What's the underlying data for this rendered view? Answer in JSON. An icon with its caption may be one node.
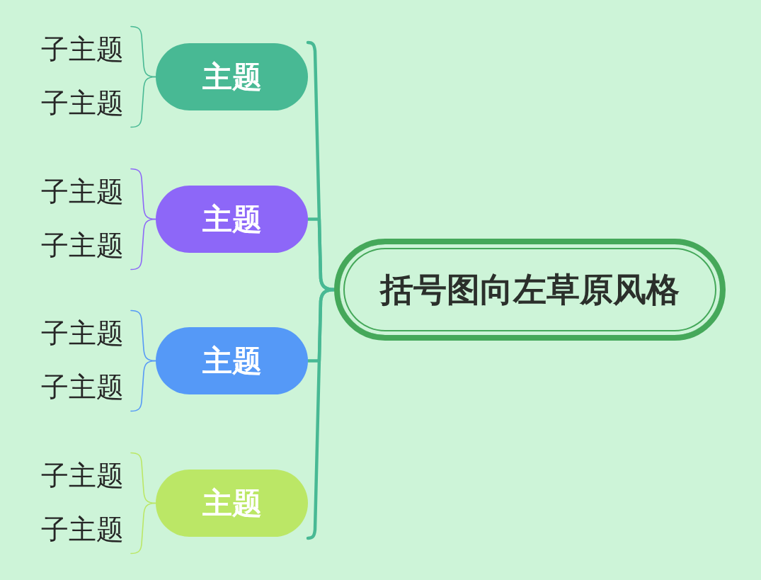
{
  "diagram": {
    "nodes": [
      {
        "text": [
          "括号图向左草原风格"
        ]
      },
      {
        "text": [
          "主题"
        ]
      },
      {
        "text": [
          "子主题"
        ]
      },
      {
        "text": [
          "子主题"
        ]
      },
      {
        "text": [
          "主题"
        ]
      },
      {
        "text": [
          "子主题"
        ]
      },
      {
        "text": [
          "子主题"
        ]
      },
      {
        "text": [
          "主题"
        ]
      },
      {
        "text": [
          "子主题"
        ]
      },
      {
        "text": [
          "子主题"
        ]
      },
      {
        "text": [
          "主题"
        ]
      },
      {
        "text": [
          "子主题"
        ]
      },
      {
        "text": [
          "子主题"
        ]
      }
    ],
    "edges": [
      {
        "from": 0,
        "to": 1,
        "arrow": "none",
        "style": "thick"
      },
      {
        "from": 1,
        "to": 2,
        "arrow": "none"
      },
      {
        "from": 1,
        "to": 3,
        "arrow": "none"
      },
      {
        "from": 0,
        "to": 4,
        "arrow": "none",
        "style": "thick"
      },
      {
        "from": 4,
        "to": 5,
        "arrow": "none",
        "color": "#8d67f8"
      },
      {
        "from": 4,
        "to": 6,
        "arrow": "none",
        "color": "#8d67f8"
      },
      {
        "from": 0,
        "to": 7,
        "arrow": "none",
        "style": "thick"
      },
      {
        "from": 7,
        "to": 8,
        "arrow": "none",
        "color": "#5599f7"
      },
      {
        "from": 7,
        "to": 9,
        "arrow": "none",
        "color": "#5599f7"
      },
      {
        "from": 0,
        "to": 10,
        "arrow": "none",
        "style": "thick"
      },
      {
        "from": 10,
        "to": 11,
        "arrow": "none",
        "color": "#bbe766"
      },
      {
        "from": 10,
        "to": 12,
        "arrow": "none",
        "color": "#bbe766"
      }
    ]
  }
}
